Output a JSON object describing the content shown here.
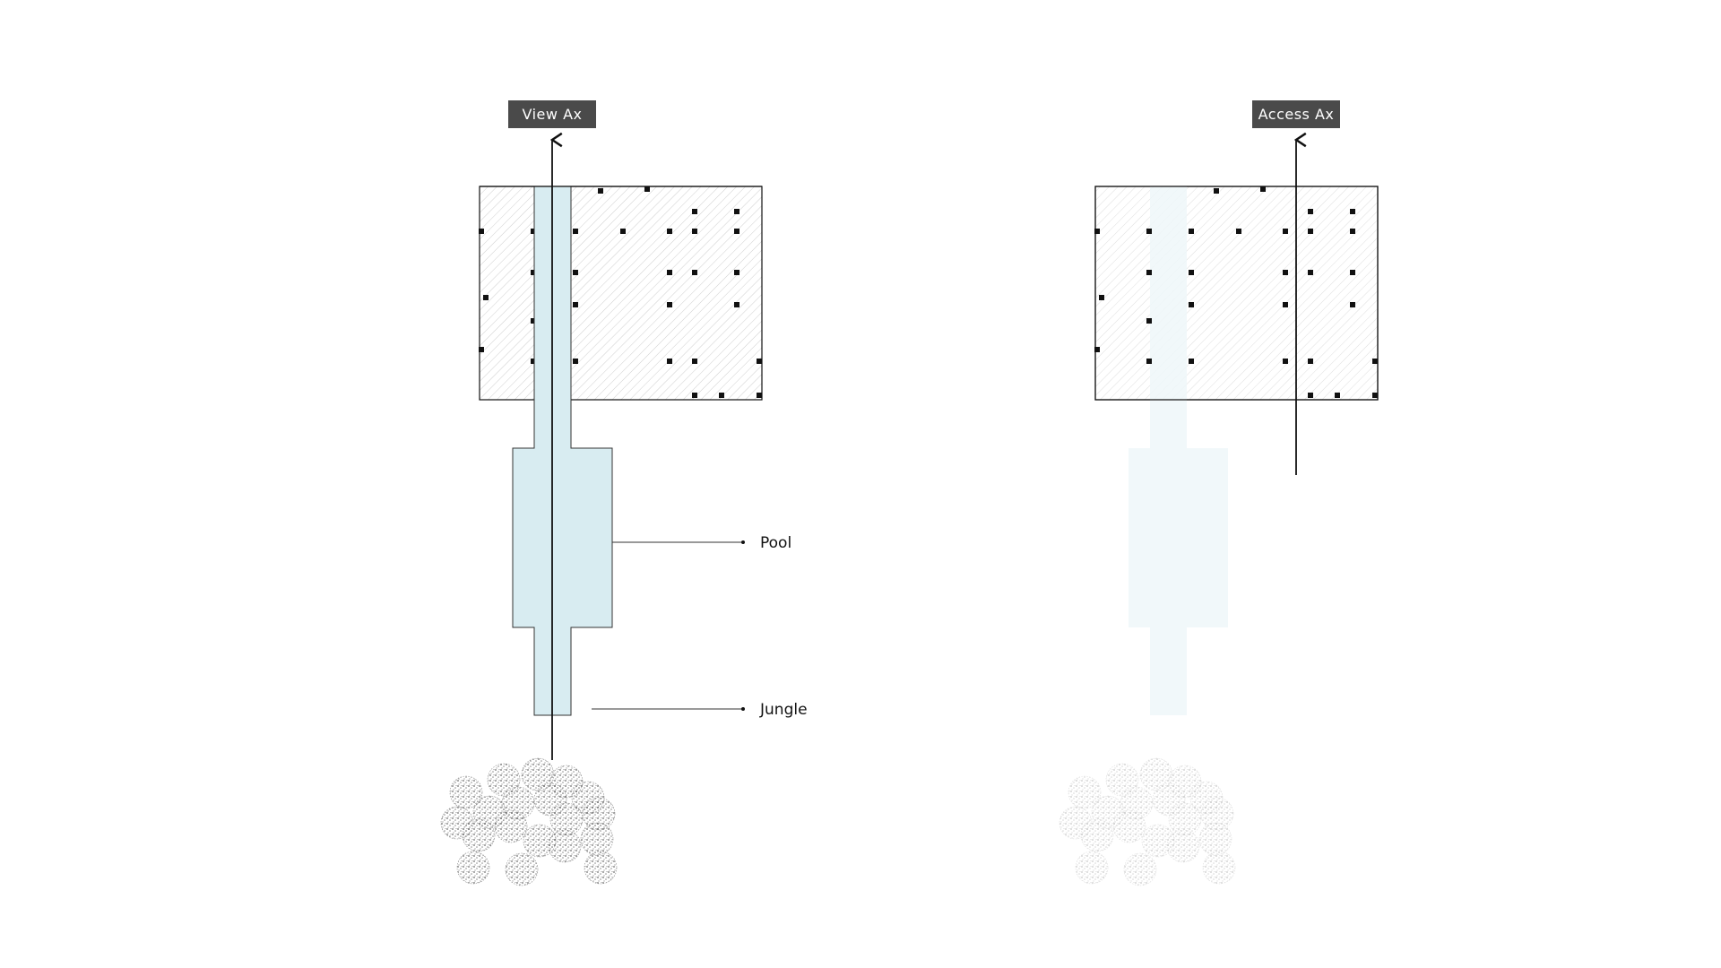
{
  "diagrams": [
    {
      "axis_label": "View Ax",
      "faded": false,
      "callouts": [
        {
          "label": "Pool"
        },
        {
          "label": "Jungle"
        }
      ]
    },
    {
      "axis_label": "Access Ax",
      "faded": true,
      "callouts": []
    }
  ],
  "colors": {
    "axis_tag_bg": "#4a4a4a",
    "pool_fill": "#d8ecf1",
    "pool_fill_faded": "#eef7f9",
    "building_hatch": "#cccccc",
    "column_dot": "#111111",
    "tree_dark": "#666666",
    "tree_light": "#c9c9c9",
    "line": "#111111"
  }
}
